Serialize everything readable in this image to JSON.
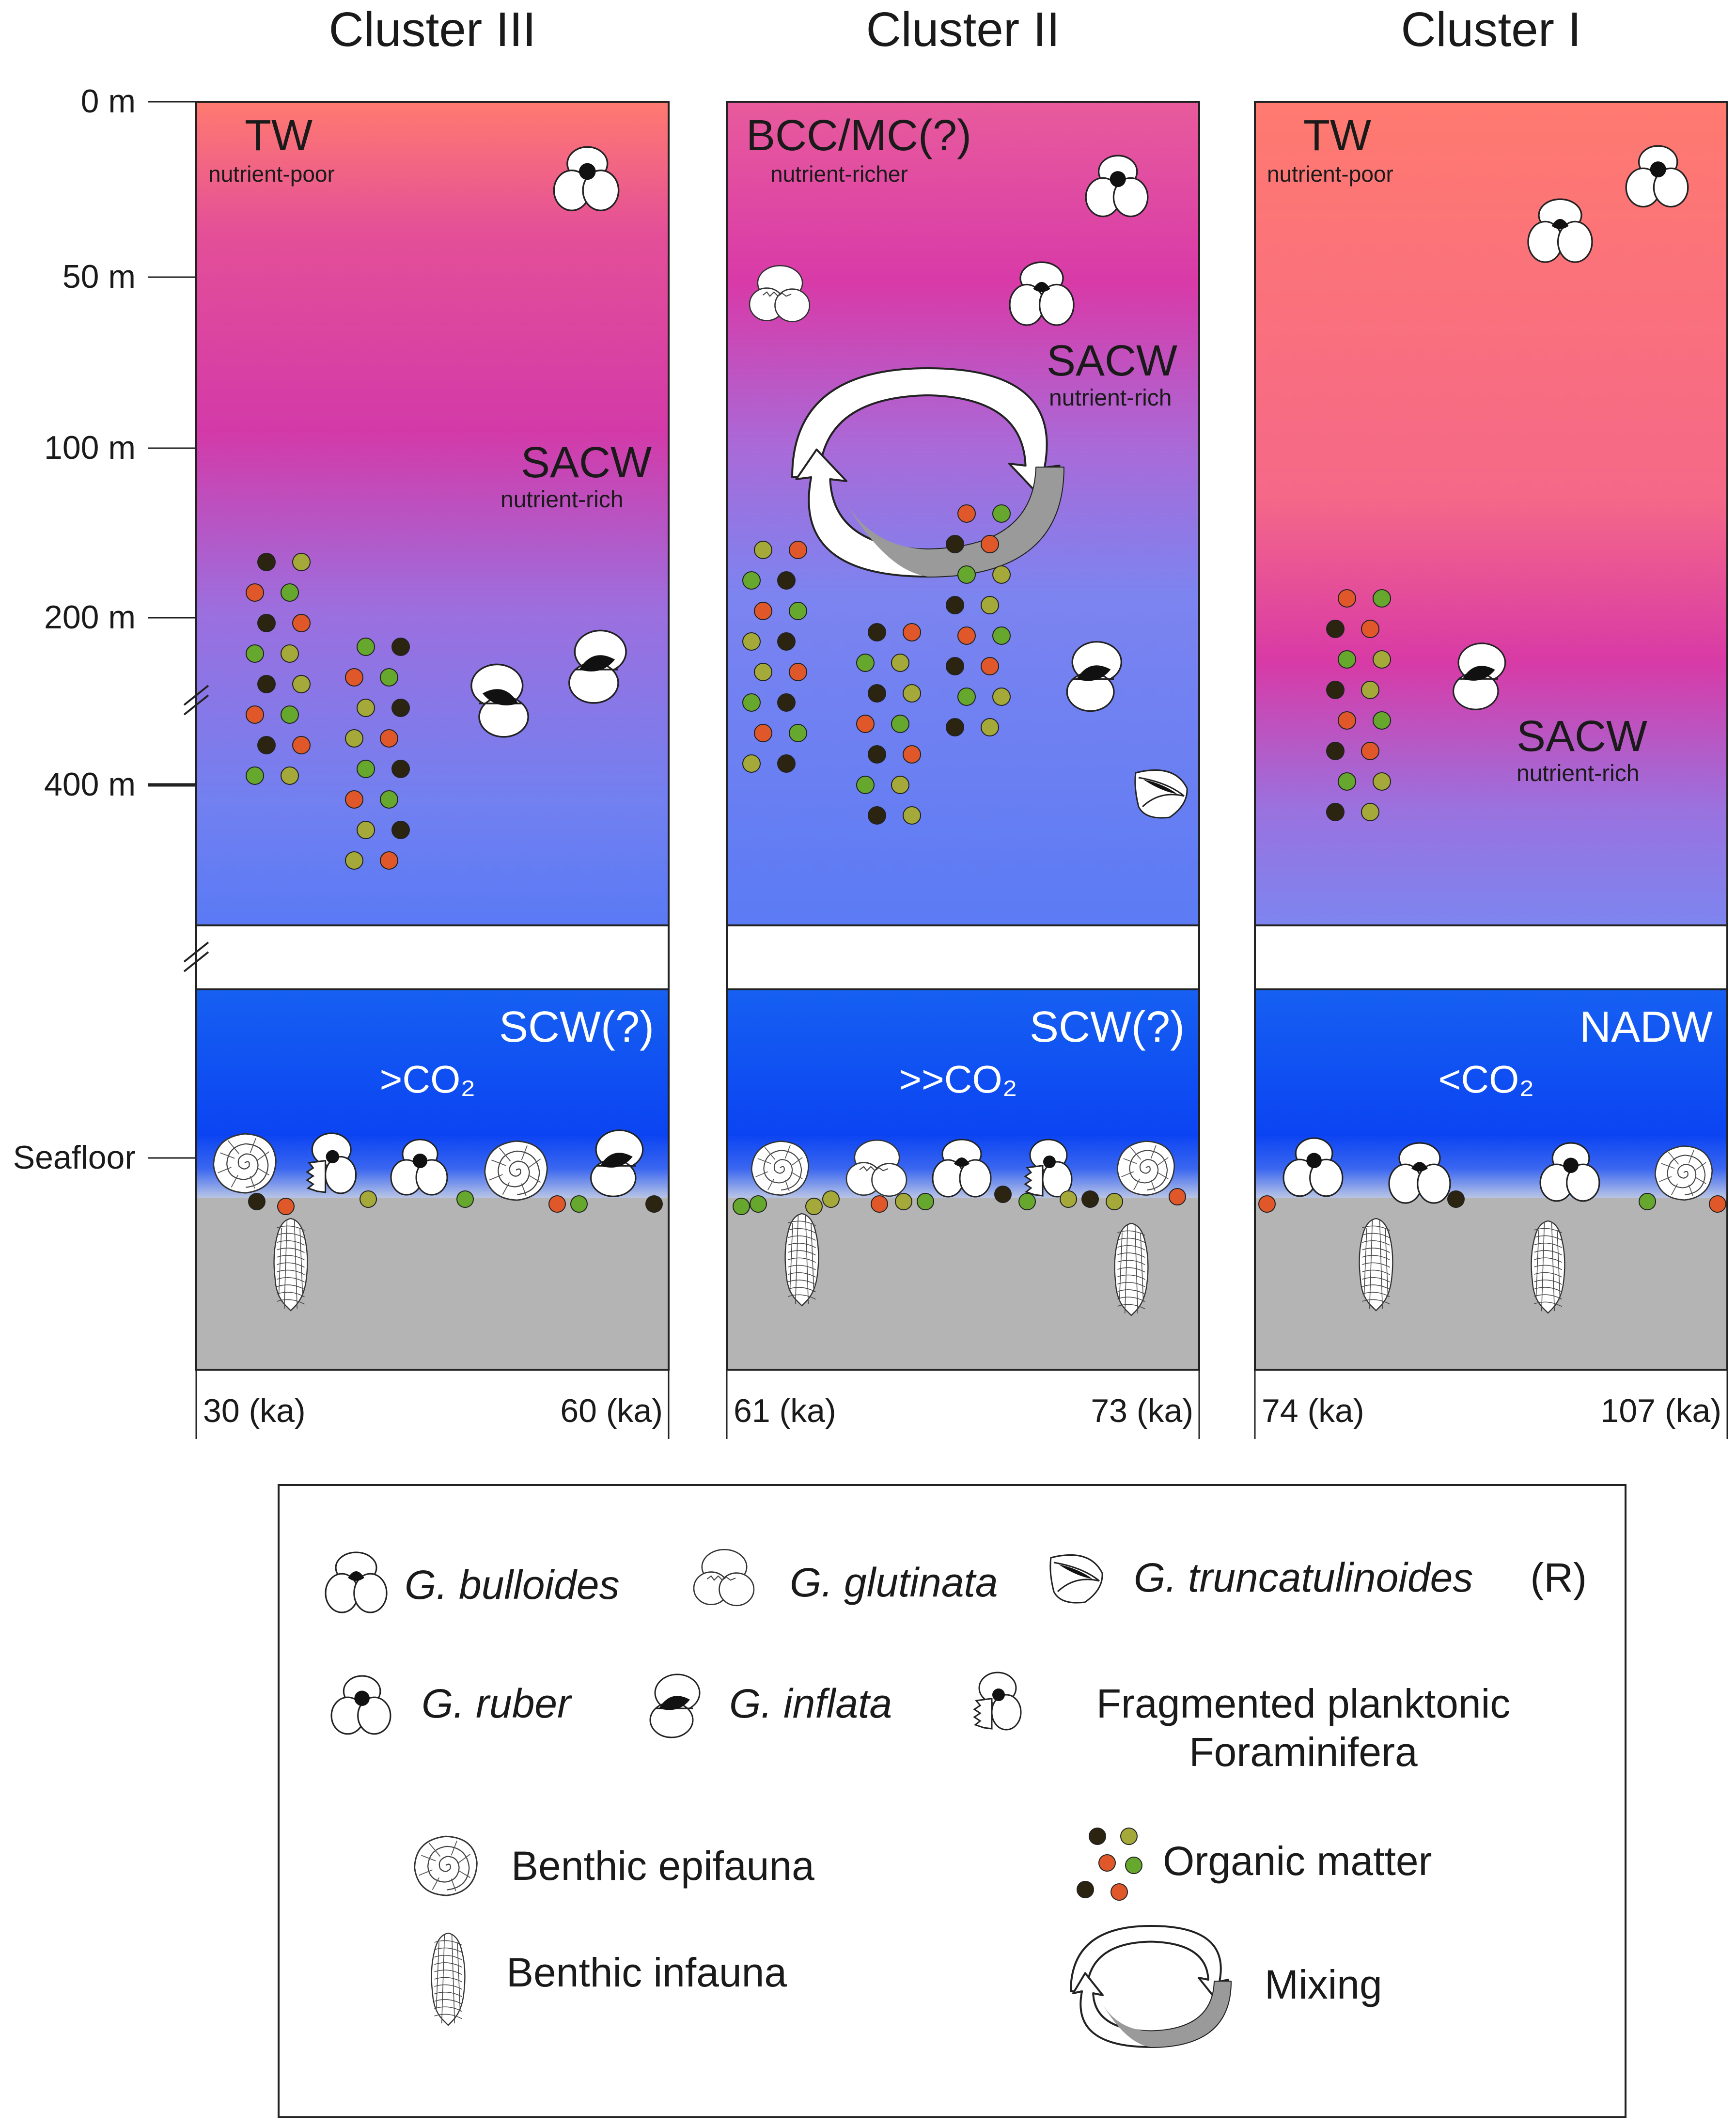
{
  "clusters": [
    {
      "title": "Cluster III",
      "surface_mass": "TW",
      "surface_note": "nutrient-poor",
      "mid_mass": "SACW",
      "mid_note": "nutrient-rich",
      "deep_mass": "SCW(?)",
      "co2": ">CO₂",
      "age_start": "30 (ka)",
      "age_end": "60 (ka)"
    },
    {
      "title": "Cluster II",
      "surface_mass": "BCC/MC(?)",
      "surface_note": "nutrient-richer",
      "mid_mass": "SACW",
      "mid_note": "nutrient-rich",
      "deep_mass": "SCW(?)",
      "co2": ">>CO₂",
      "age_start": "61 (ka)",
      "age_end": "73 (ka)"
    },
    {
      "title": "Cluster I",
      "surface_mass": "TW",
      "surface_note": "nutrient-poor",
      "mid_mass": "SACW",
      "mid_note": "nutrient-rich",
      "deep_mass": "NADW",
      "co2": "<CO₂",
      "age_start": "74 (ka)",
      "age_end": "107 (ka)"
    }
  ],
  "depth_axis": [
    "0 m",
    "50 m",
    "100 m",
    "200 m",
    "400 m",
    "Seafloor"
  ],
  "legend": {
    "bulloides": "G. bulloides",
    "glutinata": "G. glutinata",
    "truncatulinoides": "G. truncatulinoides",
    "truncatulinoides_suffix": "(R)",
    "ruber": "G. ruber",
    "inflata": "G. inflata",
    "fragmented_line1": "Fragmented planktonic",
    "fragmented_line2": "Foraminifera",
    "epifauna": "Benthic epifauna",
    "organic": "Organic matter",
    "infauna": "Benthic infauna",
    "mixing": "Mixing"
  },
  "colors": {
    "surface_warm": "#ff7a70",
    "magenta": "#d63ba6",
    "mid_blue": "#7d84f0",
    "deep_blue": "#1a5cf2",
    "seafloor_grey": "#b4b4b4",
    "om_dark": "#2b2410",
    "om_orange": "#e0582a",
    "om_green": "#66a82e",
    "om_olive": "#a4a93a"
  }
}
